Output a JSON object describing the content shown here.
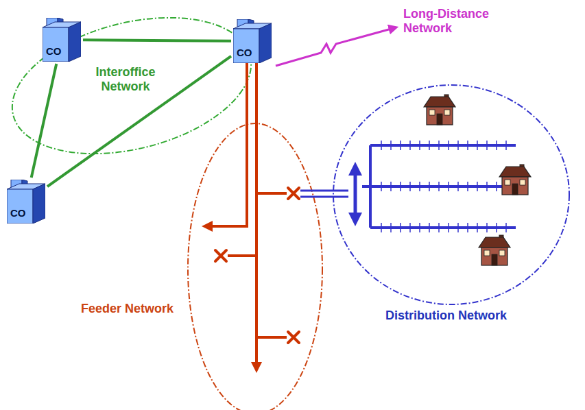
{
  "diagram": {
    "nodes": [
      {
        "text": [
          "CO"
        ]
      },
      {
        "text": [
          "CO"
        ]
      },
      {
        "text": [
          "CO"
        ]
      }
    ],
    "edges": [
      {
        "from": 0,
        "to": 1,
        "arrow": "none"
      },
      {
        "from": 0,
        "to": 2,
        "arrow": "none"
      },
      {
        "from": 2,
        "to": 1,
        "arrow": "none"
      }
    ],
    "labels": [
      "Long-Distance Network",
      "Interoffice Network",
      "Feeder Network",
      "Distribution Network"
    ]
  }
}
